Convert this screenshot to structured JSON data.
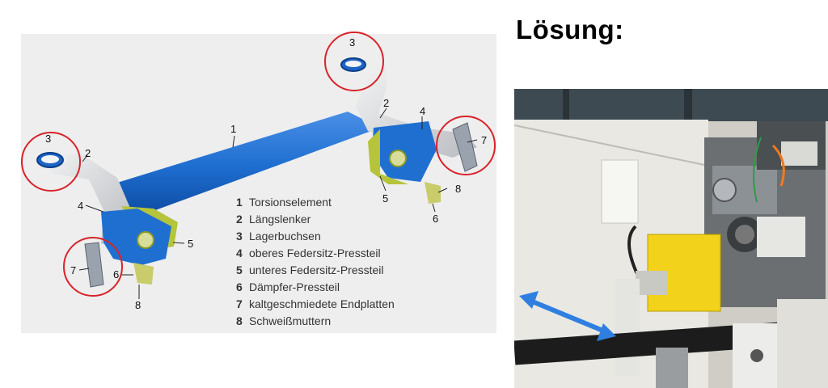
{
  "title": "Lösung:",
  "legend": [
    {
      "num": "1",
      "text": "Torsionselement"
    },
    {
      "num": "2",
      "text": "Längslenker"
    },
    {
      "num": "3",
      "text": "Lagerbuchsen"
    },
    {
      "num": "4",
      "text": "oberes Federsitz-Pressteil"
    },
    {
      "num": "5",
      "text": "unteres Federsitz-Pressteil"
    },
    {
      "num": "6",
      "text": "Dämpfer-Pressteil"
    },
    {
      "num": "7",
      "text": "kaltgeschmiedete Endplatten"
    },
    {
      "num": "8",
      "text": "Schweißmuttern"
    }
  ],
  "callouts": {
    "c1": "1",
    "c2a": "2",
    "c2b": "2",
    "c3a": "3",
    "c3b": "3",
    "c4a": "4",
    "c4b": "4",
    "c5a": "5",
    "c5b": "5",
    "c6a": "6",
    "c6b": "6",
    "c7a": "7",
    "c7b": "7",
    "c8a": "8",
    "c8b": "8"
  },
  "colors": {
    "torsion_blue": "#1f6fd1",
    "highlight_circle": "#d8232a",
    "spring_seat_green": "#b5c43a",
    "fixture_yellow": "#f2d21b",
    "arrow_blue": "#2f7fe0"
  }
}
